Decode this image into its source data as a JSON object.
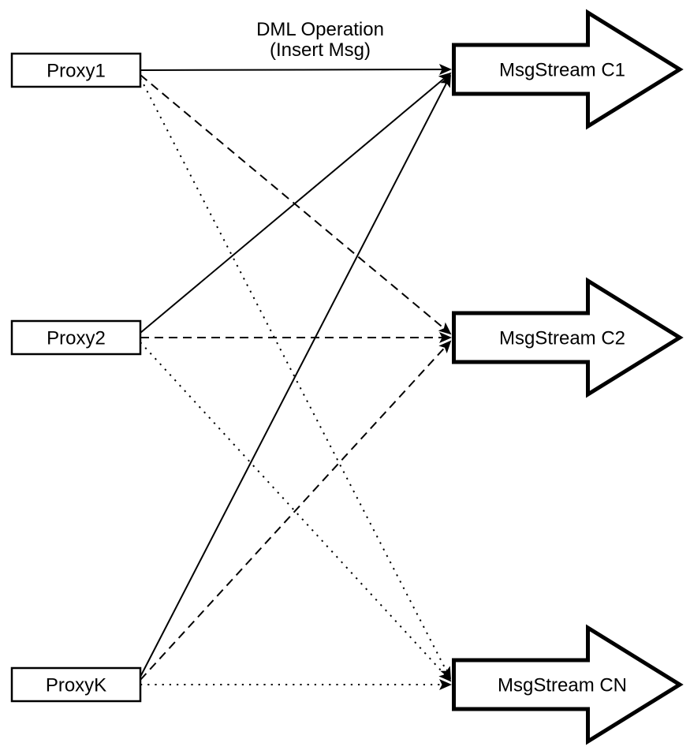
{
  "diagram": {
    "title": {
      "line1": "DML Operation",
      "line2": "(Insert Msg)"
    },
    "proxies": [
      {
        "id": "proxy1",
        "label": "Proxy1"
      },
      {
        "id": "proxy2",
        "label": "Proxy2"
      },
      {
        "id": "proxyk",
        "label": "ProxyK"
      }
    ],
    "streams": [
      {
        "id": "c1",
        "label": "MsgStream C1",
        "incoming_line_style": "solid"
      },
      {
        "id": "c2",
        "label": "MsgStream C2",
        "incoming_line_style": "dashed"
      },
      {
        "id": "cn",
        "label": "MsgStream CN",
        "incoming_line_style": "dotted"
      }
    ],
    "edges": [
      {
        "from": "proxy1",
        "to": "c1",
        "style": "solid"
      },
      {
        "from": "proxy1",
        "to": "c2",
        "style": "dashed"
      },
      {
        "from": "proxy1",
        "to": "cn",
        "style": "dotted"
      },
      {
        "from": "proxy2",
        "to": "c1",
        "style": "solid"
      },
      {
        "from": "proxy2",
        "to": "c2",
        "style": "dashed"
      },
      {
        "from": "proxy2",
        "to": "cn",
        "style": "dotted"
      },
      {
        "from": "proxyk",
        "to": "c1",
        "style": "solid"
      },
      {
        "from": "proxyk",
        "to": "c2",
        "style": "dashed"
      },
      {
        "from": "proxyk",
        "to": "cn",
        "style": "dotted"
      }
    ],
    "colors": {
      "line": "#000000",
      "shape_fill": "#ffffff",
      "background": "#ffffff"
    }
  }
}
